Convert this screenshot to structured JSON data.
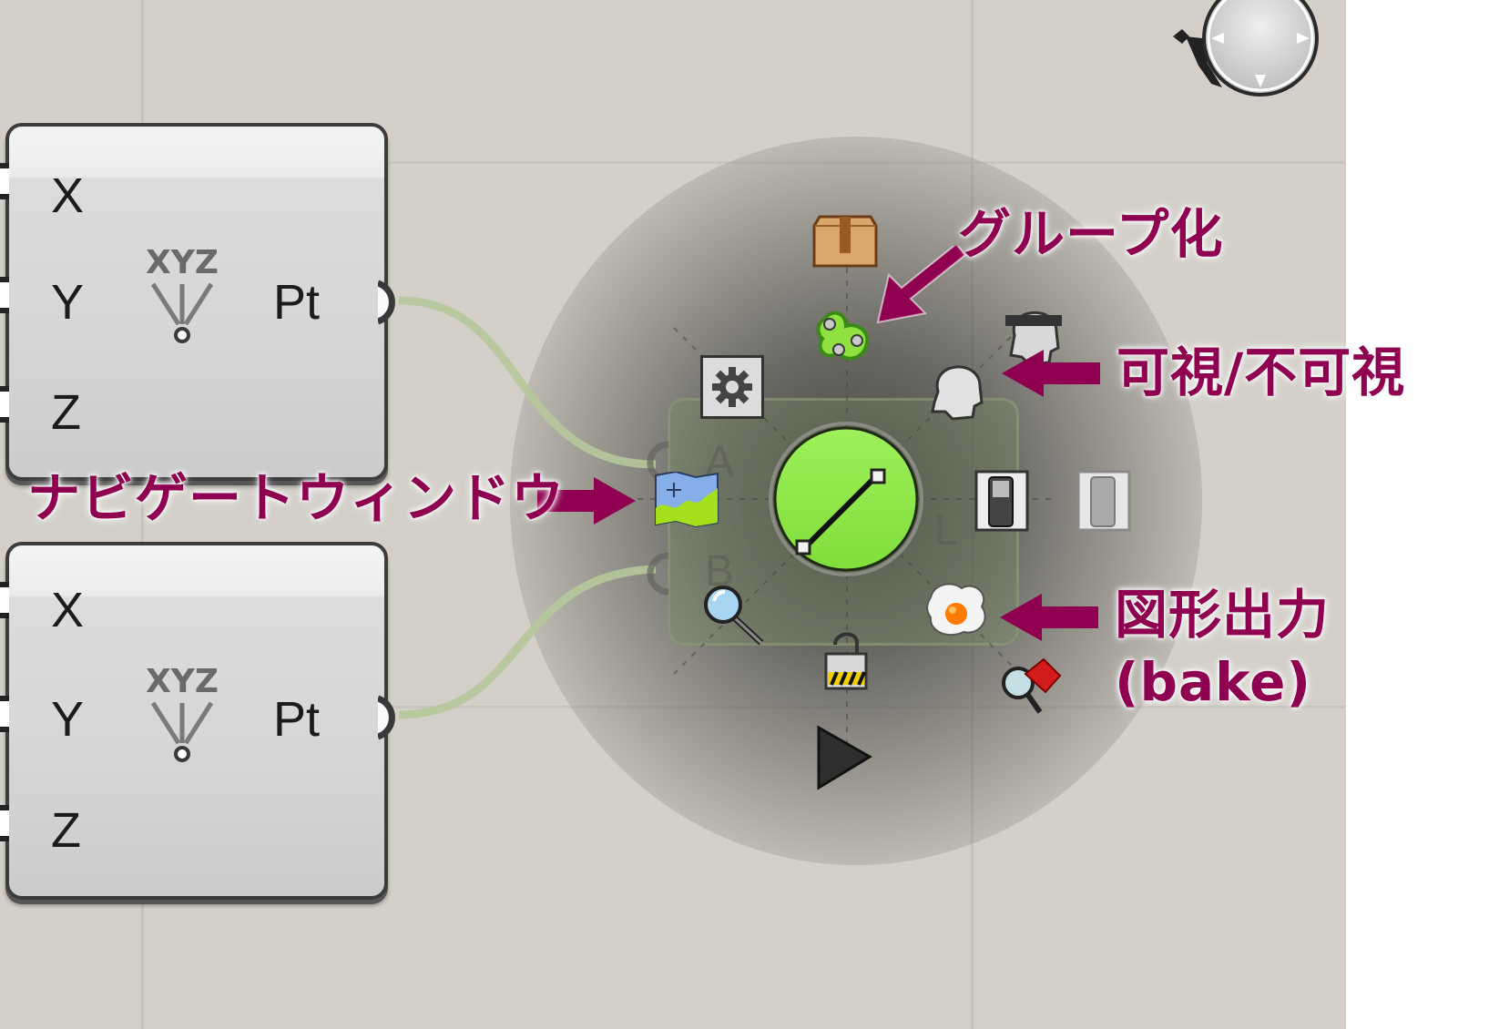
{
  "canvas": {
    "background": "#d4d0c9",
    "accent_annotation_color": "#8f0050"
  },
  "components": [
    {
      "name": "construct-point-1",
      "inputs": [
        "X",
        "Y",
        "Z"
      ],
      "icon_text": "XYZ",
      "output": "Pt"
    },
    {
      "name": "construct-point-2",
      "inputs": [
        "X",
        "Y",
        "Z"
      ],
      "icon_text": "XYZ",
      "output": "Pt"
    }
  ],
  "ghost_component": {
    "inputs": [
      "A",
      "B"
    ],
    "output": "L"
  },
  "radial_menu": {
    "center_icon": "line-icon",
    "items": [
      {
        "icon": "box-package-icon",
        "role": "cluster"
      },
      {
        "icon": "group-icon",
        "role": "group"
      },
      {
        "icon": "hide-head-icon",
        "role": "hide"
      },
      {
        "icon": "preview-head-icon",
        "role": "preview"
      },
      {
        "icon": "settings-gear-icon",
        "role": "settings"
      },
      {
        "icon": "map-icon",
        "role": "navigate"
      },
      {
        "icon": "toggle-enabled-icon",
        "role": "enable"
      },
      {
        "icon": "toggle-disabled-icon",
        "role": "disable"
      },
      {
        "icon": "zoom-magnifier-icon",
        "role": "zoom"
      },
      {
        "icon": "bake-egg-icon",
        "role": "bake"
      },
      {
        "icon": "unlock-icon",
        "role": "lock"
      },
      {
        "icon": "pin-magnifier-icon",
        "role": "find"
      },
      {
        "icon": "play-triangle-icon",
        "role": "more"
      }
    ]
  },
  "annotations": {
    "group": "グループ化",
    "visibility": "可視/不可視",
    "navigate": "ナビゲートウィンドウ",
    "bake_line1": "図形出力",
    "bake_line2": "(bake)"
  },
  "navigator_widget": {
    "icon": "compass-navigator-icon"
  }
}
